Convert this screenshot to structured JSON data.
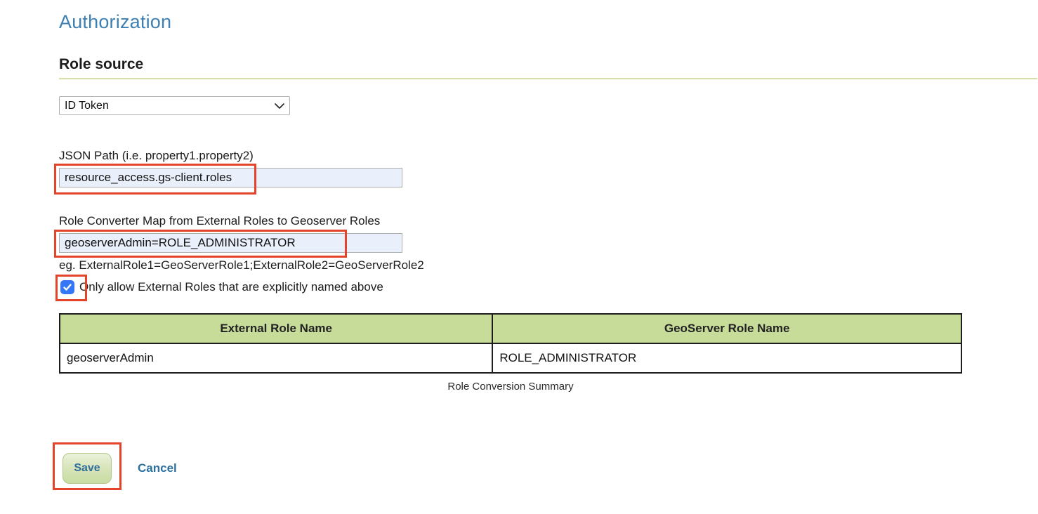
{
  "page": {
    "title": "Authorization"
  },
  "section": {
    "heading": "Role source"
  },
  "role_source_select": {
    "selected_option": "ID Token"
  },
  "json_path_field": {
    "label": "JSON Path (i.e. property1.property2)",
    "value": "resource_access.gs-client.roles"
  },
  "role_converter_field": {
    "label": "Role Converter Map from External Roles to Geoserver Roles",
    "value": "geoserverAdmin=ROLE_ADMINISTRATOR",
    "example_hint": "eg. ExternalRole1=GeoServerRole1;ExternalRole2=GeoServerRole2"
  },
  "only_allow_checkbox": {
    "checked": true,
    "label": "Only allow External Roles that are explicitly named above"
  },
  "role_table": {
    "caption": "Role Conversion Summary",
    "columns": [
      "External Role Name",
      "GeoServer Role Name"
    ],
    "rows": [
      {
        "external_role": "geoserverAdmin",
        "geoserver_role": "ROLE_ADMINISTRATOR"
      }
    ]
  },
  "actions": {
    "save": "Save",
    "cancel": "Cancel"
  },
  "colors": {
    "title_blue": "#3f80b2",
    "action_blue": "#2e6f9e",
    "table_header_green": "#c8dc99",
    "section_rule_green": "#d6e0a6",
    "input_background": "#e9effb",
    "checkbox_blue": "#3376f6",
    "annotation_red": "#e3442a"
  }
}
